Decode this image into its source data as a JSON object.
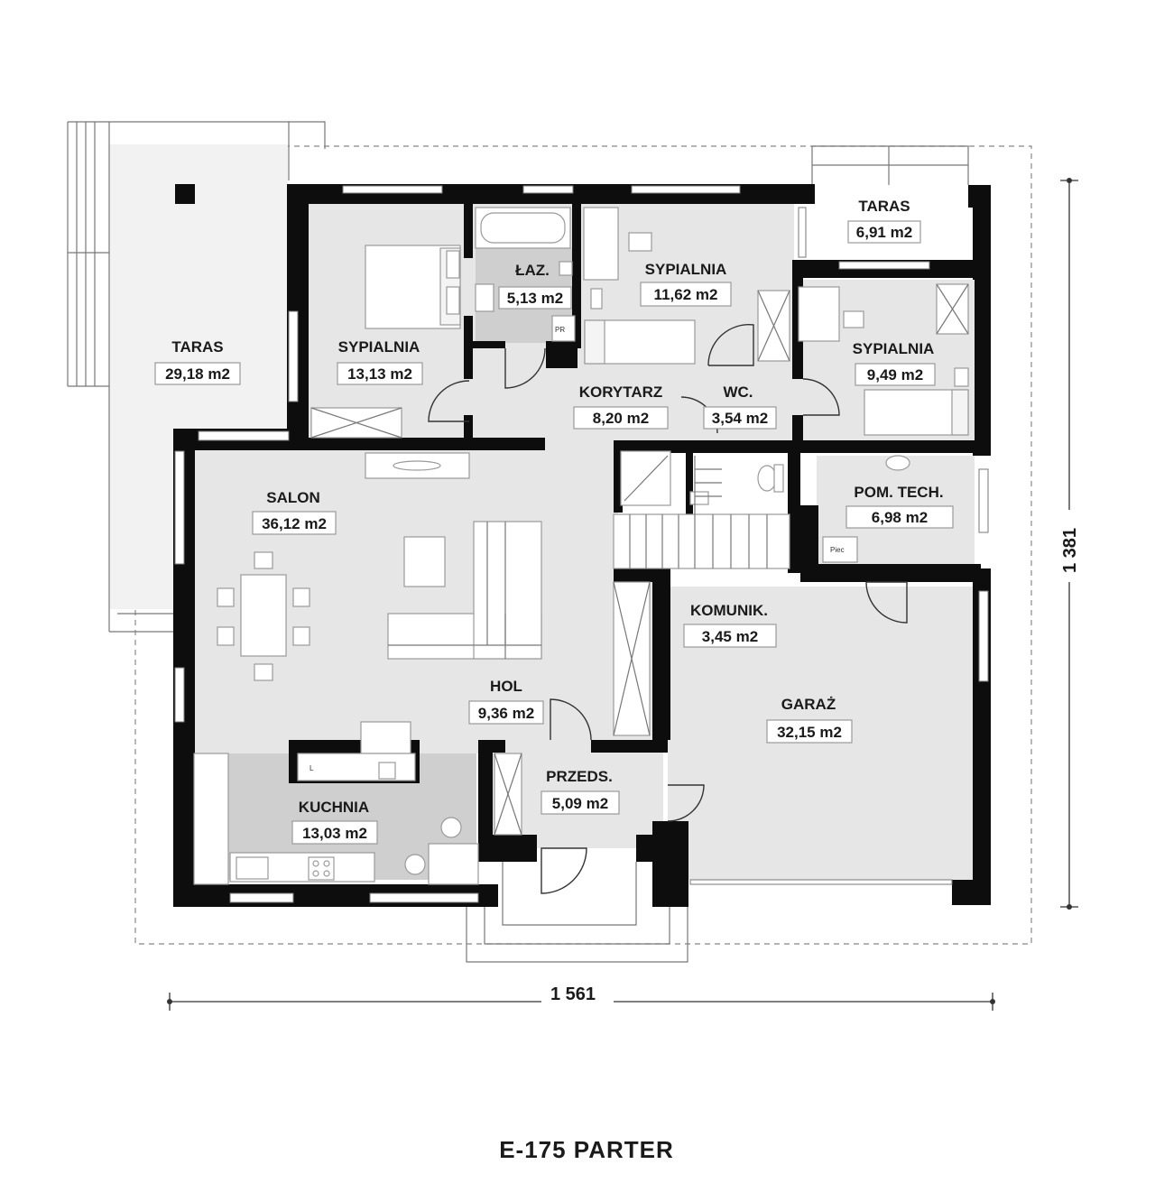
{
  "rooms": [
    {
      "id": "taras-left",
      "name": "TARAS",
      "area": "29,18 m2"
    },
    {
      "id": "sypialnia-1",
      "name": "SYPIALNIA",
      "area": "13,13 m2"
    },
    {
      "id": "lazienka",
      "name": "ŁAZ.",
      "area": "5,13 m2"
    },
    {
      "id": "sypialnia-2",
      "name": "SYPIALNIA",
      "area": "11,62 m2"
    },
    {
      "id": "taras-right",
      "name": "TARAS",
      "area": "6,91 m2"
    },
    {
      "id": "sypialnia-3",
      "name": "SYPIALNIA",
      "area": "9,49 m2"
    },
    {
      "id": "korytarz",
      "name": "KORYTARZ",
      "area": "8,20 m2"
    },
    {
      "id": "wc",
      "name": "WC.",
      "area": "3,54 m2"
    },
    {
      "id": "salon",
      "name": "SALON",
      "area": "36,12 m2"
    },
    {
      "id": "pom-tech",
      "name": "POM. TECH.",
      "area": "6,98 m2"
    },
    {
      "id": "komunik",
      "name": "KOMUNIK.",
      "area": "3,45 m2"
    },
    {
      "id": "hol",
      "name": "HOL",
      "area": "9,36 m2"
    },
    {
      "id": "garaz",
      "name": "GARAŻ",
      "area": "32,15 m2"
    },
    {
      "id": "przeds",
      "name": "PRZEDS.",
      "area": "5,09 m2"
    },
    {
      "id": "kuchnia",
      "name": "KUCHNIA",
      "area": "13,03 m2"
    }
  ],
  "labels": {
    "pr": "PR",
    "piec": "Piec",
    "kitchen_l": "L"
  },
  "dimensions": {
    "width": "1 561",
    "height": "1 381"
  },
  "title": "E-175 PARTER"
}
